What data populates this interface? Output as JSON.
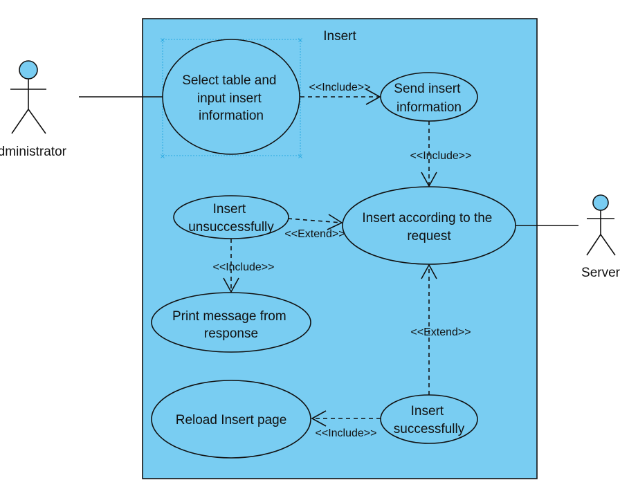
{
  "system": {
    "title": "Insert"
  },
  "actors": {
    "administrator": "Administrator",
    "server": "Server"
  },
  "use_cases": {
    "select_table": [
      "Select table and",
      "input insert",
      "information"
    ],
    "send_insert": [
      "Send insert",
      "information"
    ],
    "insert_request": [
      "Insert according to the",
      "request"
    ],
    "insert_unsuccessfully": [
      "Insert",
      "unsuccessfully"
    ],
    "print_message": [
      "Print message from",
      "response"
    ],
    "reload_page": [
      "Reload Insert page"
    ],
    "insert_successfully": [
      "Insert",
      "successfully"
    ]
  },
  "relations": {
    "include_1": "<<Include>>",
    "include_2": "<<Include>>",
    "extend_1": "<<Extend>>",
    "include_3": "<<Include>>",
    "extend_2": "<<Extend>>",
    "include_4": "<<Include>>"
  },
  "colors": {
    "system_fill": "#79cdf2",
    "usecase_fill": "#79cdf2",
    "actor_head": "#79cdf2",
    "stroke": "#111111",
    "selection": "#29a9e0"
  }
}
